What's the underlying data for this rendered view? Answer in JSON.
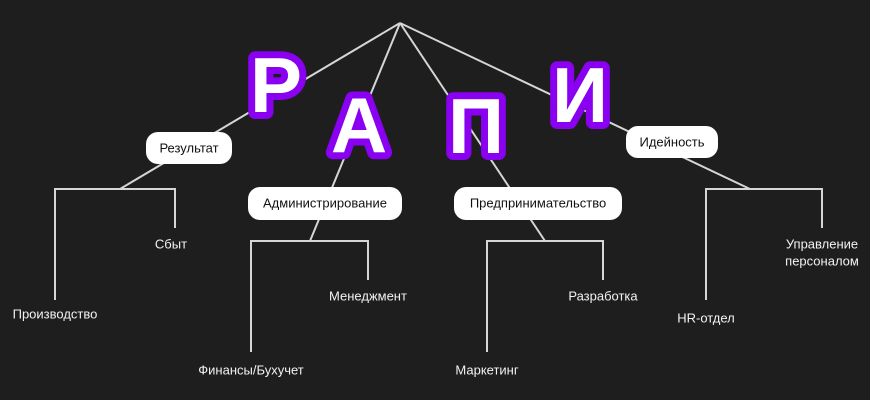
{
  "acronym": [
    "Р",
    "А",
    "П",
    "И"
  ],
  "accent_color": "#8a00f0",
  "branches": [
    {
      "label": "Результат",
      "children": [
        "Производство",
        "Сбыт"
      ]
    },
    {
      "label": "Администрирование",
      "children": [
        "Финансы/Бухучет",
        "Менеджмент"
      ]
    },
    {
      "label": "Предпринимательство",
      "children": [
        "Маркетинг",
        "Разработка"
      ]
    },
    {
      "label": "Идейность",
      "children": [
        "HR-отдел",
        "Управление персоналом"
      ]
    }
  ],
  "extra": {
    "hr_line1": "Управление",
    "hr_line2": "персоналом"
  }
}
